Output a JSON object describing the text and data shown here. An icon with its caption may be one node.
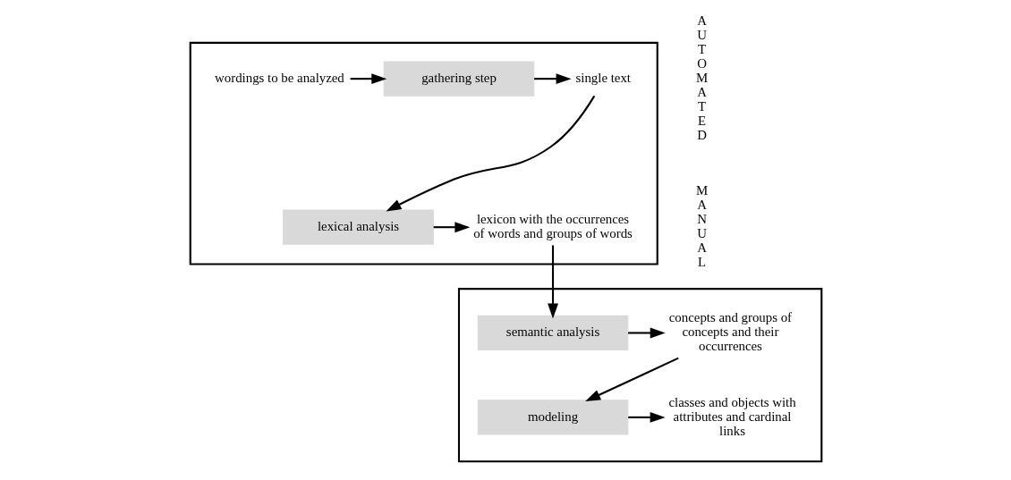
{
  "diagram": {
    "nodes": [
      {
        "text": [],
        "shape": "box"
      },
      {
        "text": [
          "wordings to be analyzed"
        ],
        "in": 0
      },
      {
        "text": [
          "gathering step"
        ],
        "in": 0
      },
      {
        "text": [
          "single text"
        ],
        "in": 0
      },
      {
        "text": [
          "lexical analysis"
        ],
        "in": 0
      },
      {
        "text": [
          "lexicon with the occurrences of words and groups of words"
        ],
        "in": 0
      },
      {
        "text": [],
        "shape": "box"
      },
      {
        "text": [
          "semantic analysis"
        ],
        "in": 6
      },
      {
        "text": [
          "concepts and groups of concepts and their occurrences"
        ],
        "in": 6
      },
      {
        "text": [
          "modeling"
        ],
        "in": 6
      },
      {
        "text": [
          "classes and objects with attributes and cardinal links"
        ],
        "in": 6
      }
    ],
    "edges": [
      {
        "from": 1,
        "to": 2,
        "arrow": "to"
      },
      {
        "from": 2,
        "to": 3,
        "arrow": "to"
      },
      {
        "from": 3,
        "to": 4,
        "arrow": "to"
      },
      {
        "from": 4,
        "to": 5,
        "arrow": "to"
      },
      {
        "from": 5,
        "to": 7,
        "arrow": "to"
      },
      {
        "from": 7,
        "to": 8,
        "arrow": "to"
      },
      {
        "from": 8,
        "to": 9,
        "arrow": "to"
      },
      {
        "from": 9,
        "to": 10,
        "arrow": "to"
      }
    ],
    "labels": [
      "AUTOMATED",
      "MANUAL"
    ]
  }
}
